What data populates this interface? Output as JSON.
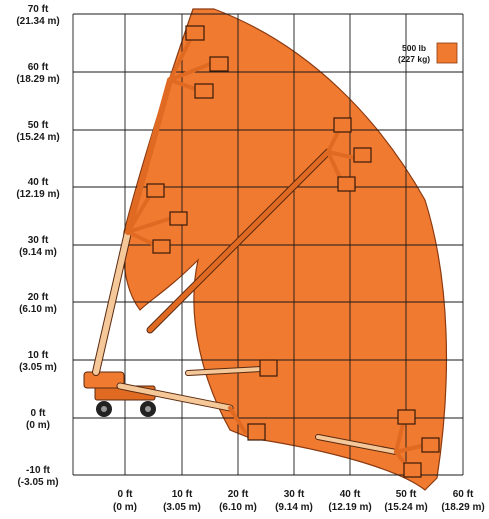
{
  "chart_data": {
    "type": "diagram",
    "x_ticks": [
      {
        "ft": "0 ft",
        "m": "(0 m)"
      },
      {
        "ft": "10 ft",
        "m": "(3.05 m)"
      },
      {
        "ft": "20 ft",
        "m": "(6.10 m)"
      },
      {
        "ft": "30 ft",
        "m": "(9.14 m)"
      },
      {
        "ft": "40 ft",
        "m": "(12.19 m)"
      },
      {
        "ft": "50 ft",
        "m": "(15.24 m)"
      },
      {
        "ft": "60 ft",
        "m": "(18.29 m)"
      }
    ],
    "y_ticks": [
      {
        "ft": "70 ft",
        "m": "(21.34 m)"
      },
      {
        "ft": "60 ft",
        "m": "(18.29 m)"
      },
      {
        "ft": "50 ft",
        "m": "(15.24 m)"
      },
      {
        "ft": "40 ft",
        "m": "(12.19 m)"
      },
      {
        "ft": "30 ft",
        "m": "(9.14 m)"
      },
      {
        "ft": "20 ft",
        "m": "(6.10 m)"
      },
      {
        "ft": "10 ft",
        "m": "(3.05 m)"
      },
      {
        "ft": "0 ft",
        "m": "(0 m)"
      },
      {
        "ft": "-10 ft",
        "m": "(-3.05 m)"
      }
    ],
    "legend": {
      "capacity_lb": "500 lb",
      "capacity_kg": "(227 kg)",
      "color": "#f07a30"
    },
    "grid": true
  }
}
